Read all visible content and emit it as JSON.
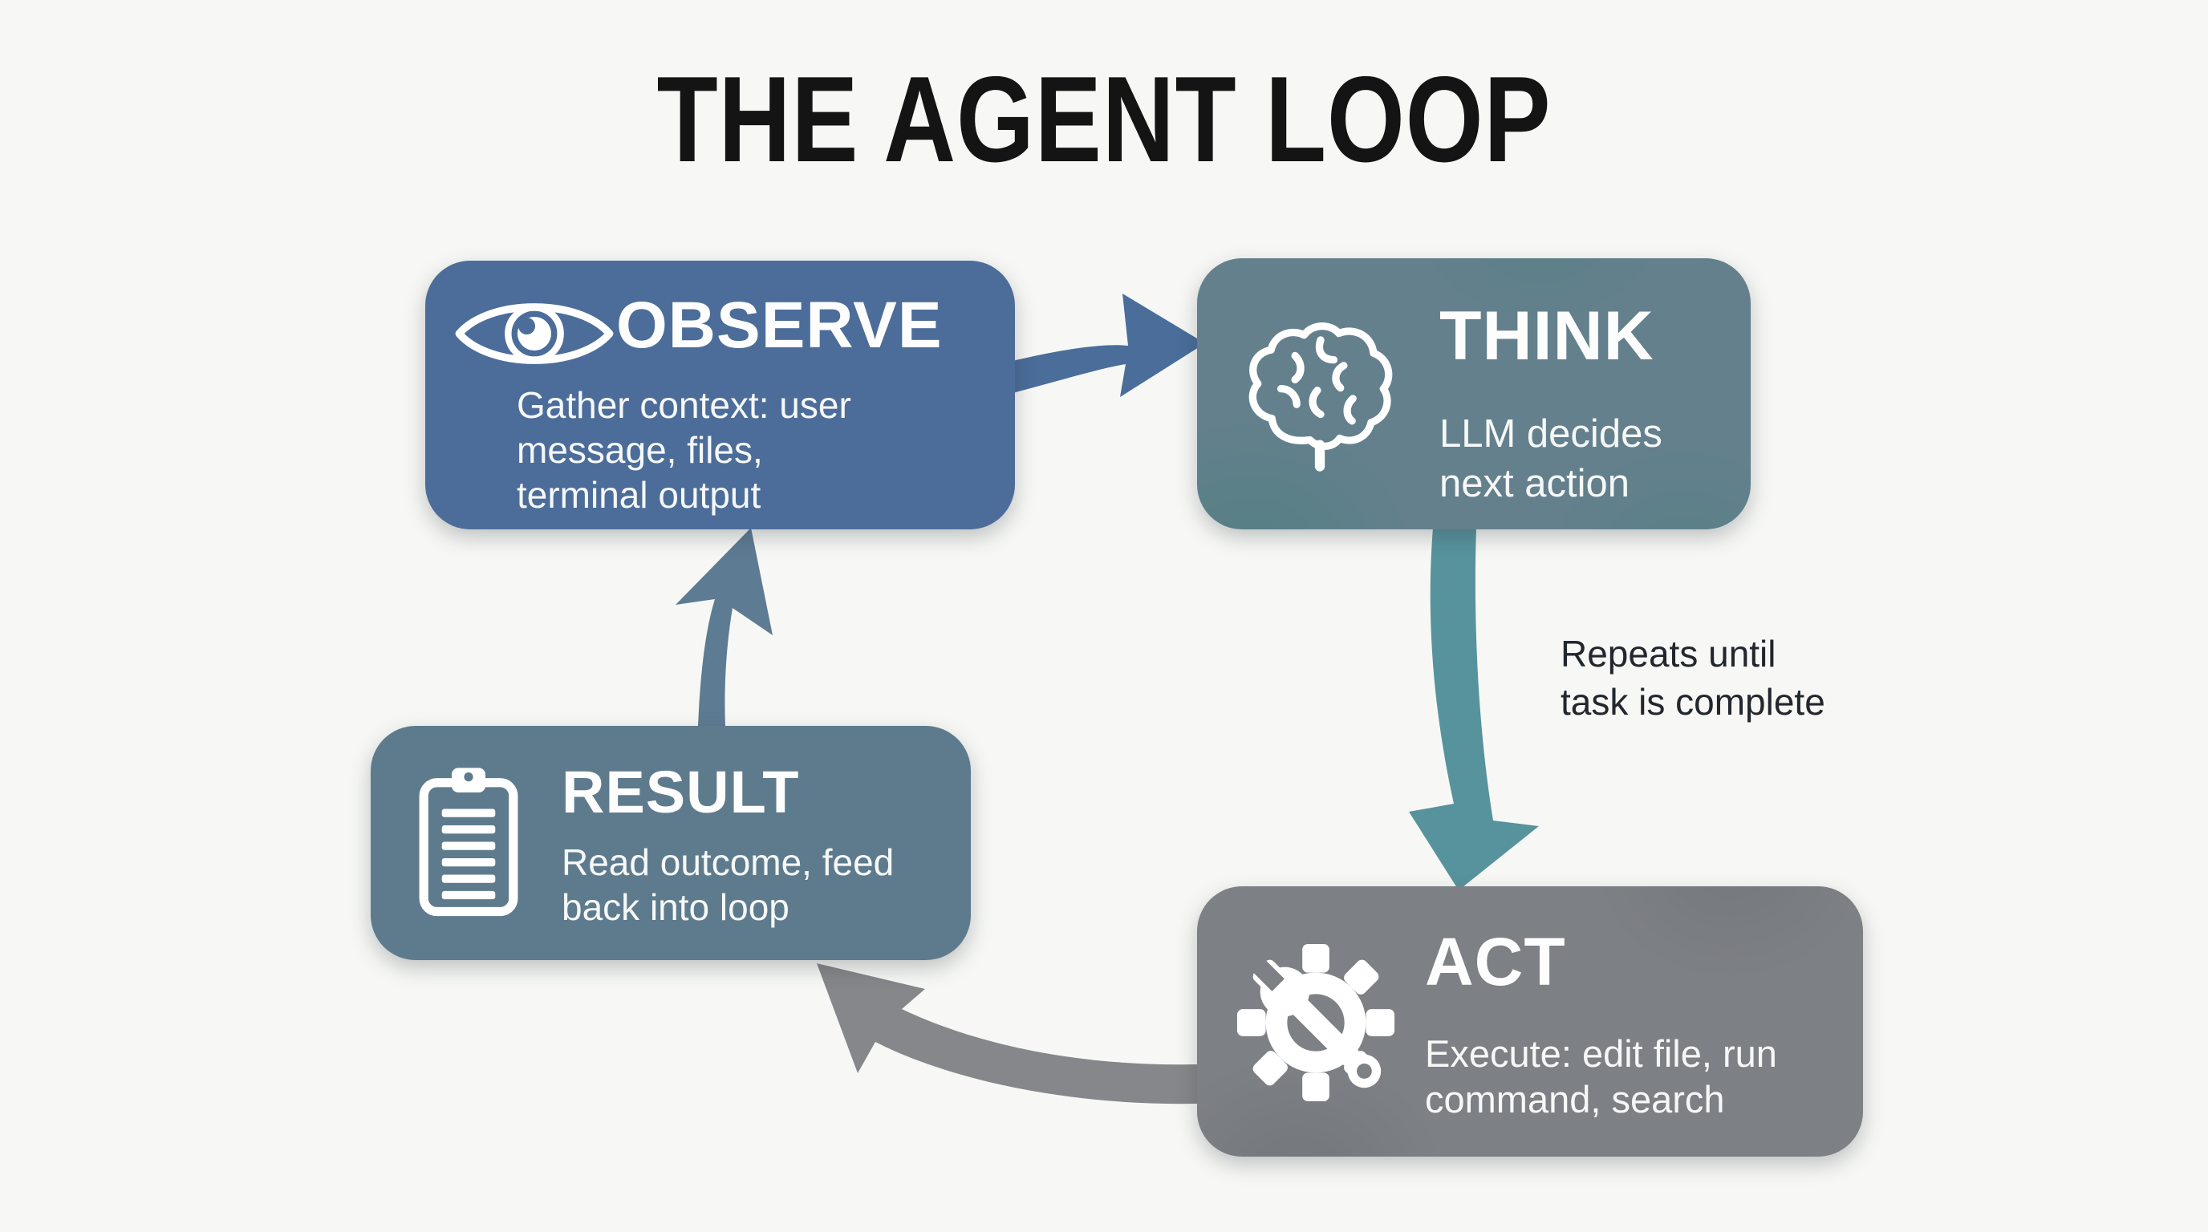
{
  "page": {
    "title": "THE AGENT LOOP",
    "background_color": "#f7f8f5",
    "title_color": "#141414"
  },
  "annotation": {
    "text": "Repeats until\ntask is complete",
    "color": "#22262d"
  },
  "nodes": [
    {
      "id": "observe",
      "label": "OBSERVE",
      "description": "Gather context: user\nmessage, files,\nterminal output",
      "icon": "eye-icon",
      "color": "#4c6d99"
    },
    {
      "id": "think",
      "label": "THINK",
      "description": "LLM decides\nnext action",
      "icon": "brain-icon",
      "color": "#64808d"
    },
    {
      "id": "result",
      "label": "RESULT",
      "description": "Read outcome, feed\nback into loop",
      "icon": "clipboard-icon",
      "color": "#5e7b8d"
    },
    {
      "id": "act",
      "label": "ACT",
      "description": "Execute: edit file, run\ncommand, search",
      "icon": "gear-wrench-icon",
      "color": "#7d8084"
    }
  ],
  "arrows": [
    {
      "from": "observe",
      "to": "think",
      "color": "#4a6d9a"
    },
    {
      "from": "think",
      "to": "act",
      "color": "#57939d"
    },
    {
      "from": "act",
      "to": "result",
      "color": "#85878a"
    },
    {
      "from": "result",
      "to": "observe",
      "color": "#5d7b93"
    }
  ]
}
